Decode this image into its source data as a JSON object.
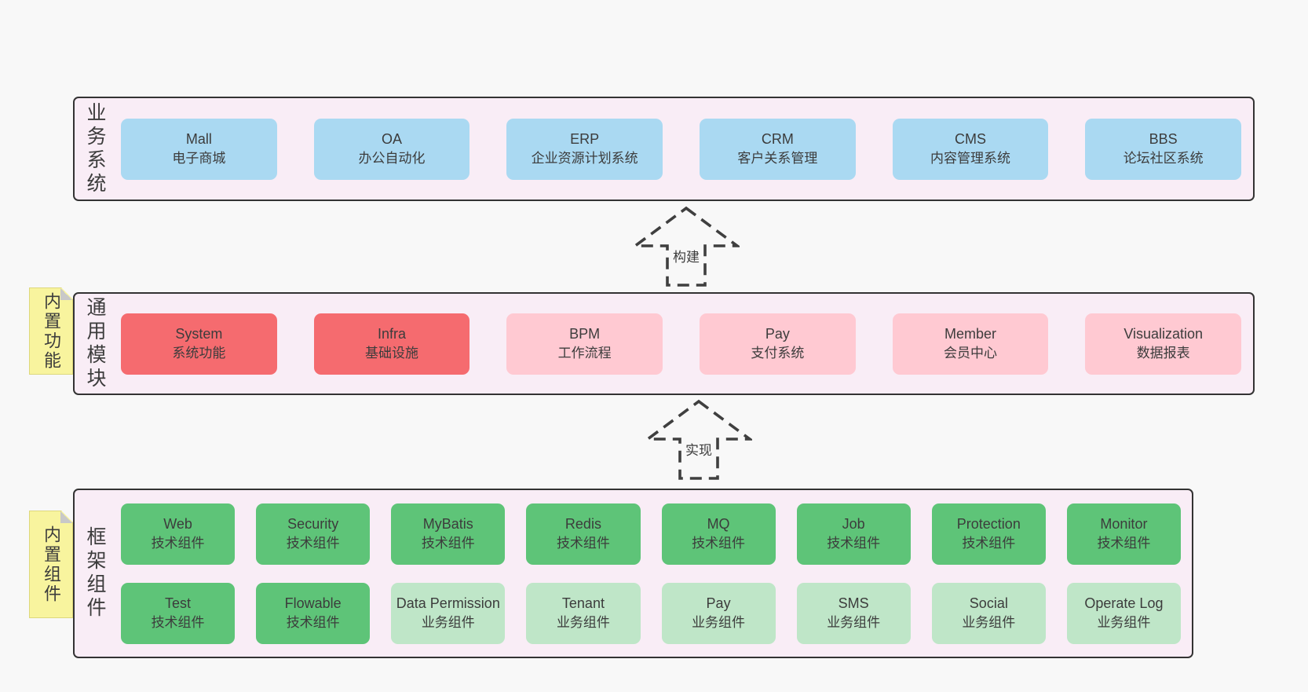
{
  "colors": {
    "page_bg": "#f8f8f8",
    "band_bg": "#f9edf6",
    "band_border": "#333333",
    "blue": "#aad9f2",
    "red": "#f56b6f",
    "pink": "#ffc9d2",
    "green": "#5ec478",
    "light_green": "#bfe6c8",
    "yellow": "#f8f49e",
    "fold": "#c8c8c8",
    "text": "#3c3c3c"
  },
  "arrows": [
    {
      "label": "构建"
    },
    {
      "label": "实现"
    }
  ],
  "business_layer": {
    "label": "业务系统",
    "boxes": [
      {
        "title": "Mall",
        "subtitle": "电子商城",
        "variant": "blue"
      },
      {
        "title": "OA",
        "subtitle": "办公自动化",
        "variant": "blue"
      },
      {
        "title": "ERP",
        "subtitle": "企业资源计划系统",
        "variant": "blue"
      },
      {
        "title": "CRM",
        "subtitle": "客户关系管理",
        "variant": "blue"
      },
      {
        "title": "CMS",
        "subtitle": "内容管理系统",
        "variant": "blue"
      },
      {
        "title": "BBS",
        "subtitle": "论坛社区系统",
        "variant": "blue"
      }
    ]
  },
  "module_layer": {
    "label": "通用模块",
    "sticky": "内置功能",
    "boxes": [
      {
        "title": "System",
        "subtitle": "系统功能",
        "variant": "red"
      },
      {
        "title": "Infra",
        "subtitle": "基础设施",
        "variant": "red"
      },
      {
        "title": "BPM",
        "subtitle": "工作流程",
        "variant": "pink"
      },
      {
        "title": "Pay",
        "subtitle": "支付系统",
        "variant": "pink"
      },
      {
        "title": "Member",
        "subtitle": "会员中心",
        "variant": "pink"
      },
      {
        "title": "Visualization",
        "subtitle": "数据报表",
        "variant": "pink"
      }
    ]
  },
  "component_layer": {
    "label": "框架组件",
    "sticky": "内置组件",
    "row1": [
      {
        "title": "Web",
        "subtitle": "技术组件",
        "variant": "green"
      },
      {
        "title": "Security",
        "subtitle": "技术组件",
        "variant": "green"
      },
      {
        "title": "MyBatis",
        "subtitle": "技术组件",
        "variant": "green"
      },
      {
        "title": "Redis",
        "subtitle": "技术组件",
        "variant": "green"
      },
      {
        "title": "MQ",
        "subtitle": "技术组件",
        "variant": "green"
      },
      {
        "title": "Job",
        "subtitle": "技术组件",
        "variant": "green"
      },
      {
        "title": "Protection",
        "subtitle": "技术组件",
        "variant": "green"
      },
      {
        "title": "Monitor",
        "subtitle": "技术组件",
        "variant": "green"
      }
    ],
    "row2": [
      {
        "title": "Test",
        "subtitle": "技术组件",
        "variant": "green"
      },
      {
        "title": "Flowable",
        "subtitle": "技术组件",
        "variant": "green"
      },
      {
        "title": "Data Permission",
        "subtitle": "业务组件",
        "variant": "light_green"
      },
      {
        "title": "Tenant",
        "subtitle": "业务组件",
        "variant": "light_green"
      },
      {
        "title": "Pay",
        "subtitle": "业务组件",
        "variant": "light_green"
      },
      {
        "title": "SMS",
        "subtitle": "业务组件",
        "variant": "light_green"
      },
      {
        "title": "Social",
        "subtitle": "业务组件",
        "variant": "light_green"
      },
      {
        "title": "Operate Log",
        "subtitle": "业务组件",
        "variant": "light_green"
      }
    ]
  }
}
